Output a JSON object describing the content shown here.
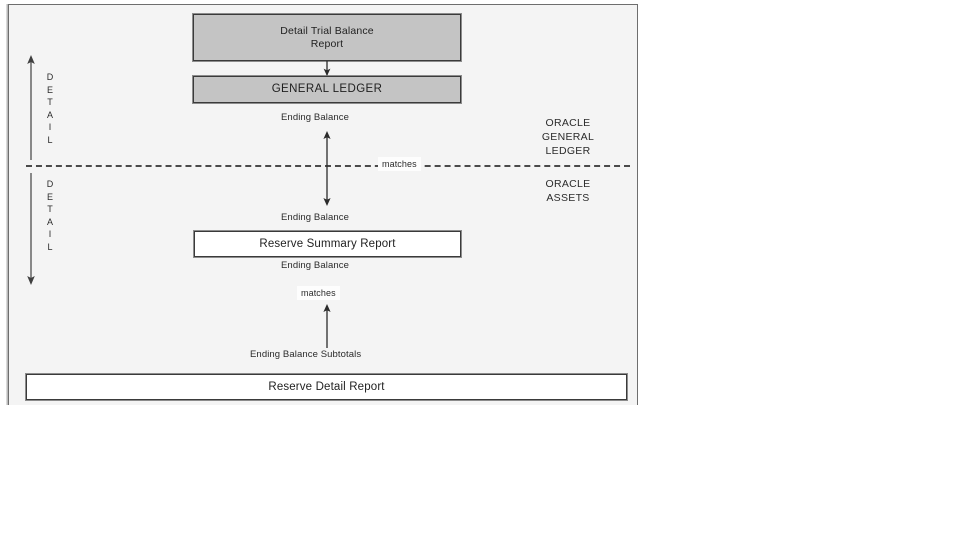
{
  "diagram": {
    "title": "Reserve reconciliation flow between Oracle General Ledger and Oracle Assets",
    "background_color": "#f4f4f4",
    "shaded_box_color": "#c4c4c4",
    "plain_box_color": "#ffffff",
    "border_color": "#3a3a3a",
    "line_color": "#2b2b2b"
  },
  "boxes": {
    "detail_trial_balance": "Detail Trial Balance\nReport",
    "detail_trial_balance_line1": "Detail Trial Balance",
    "detail_trial_balance_line2": "Report",
    "general_ledger": "GENERAL LEDGER",
    "reserve_summary": "Reserve Summary Report",
    "reserve_detail": "Reserve Detail Report"
  },
  "captions": {
    "ending_balance_gl": "Ending Balance",
    "ending_balance_above_summary": "Ending Balance",
    "ending_balance_below_summary": "Ending Balance",
    "ending_balance_subtotals": "Ending Balance Subtotals"
  },
  "matches": {
    "divider_label": "matches",
    "lower_label": "matches"
  },
  "systems": {
    "upper": "ORACLE\nGENERAL\nLEDGER",
    "lower": "ORACLE\nASSETS"
  },
  "detail_axis": {
    "upper_letters": [
      "D",
      "E",
      "T",
      "A",
      "I",
      "L"
    ],
    "upper_direction": "up",
    "lower_letters": [
      "D",
      "E",
      "T",
      "A",
      "I",
      "L"
    ],
    "lower_direction": "down"
  },
  "connectors": [
    {
      "name": "trial-balance-to-general-ledger",
      "direction": "down"
    },
    {
      "name": "general-ledger-to-reserve-summary",
      "direction": "both"
    },
    {
      "name": "reserve-detail-to-matches",
      "direction": "up"
    }
  ]
}
